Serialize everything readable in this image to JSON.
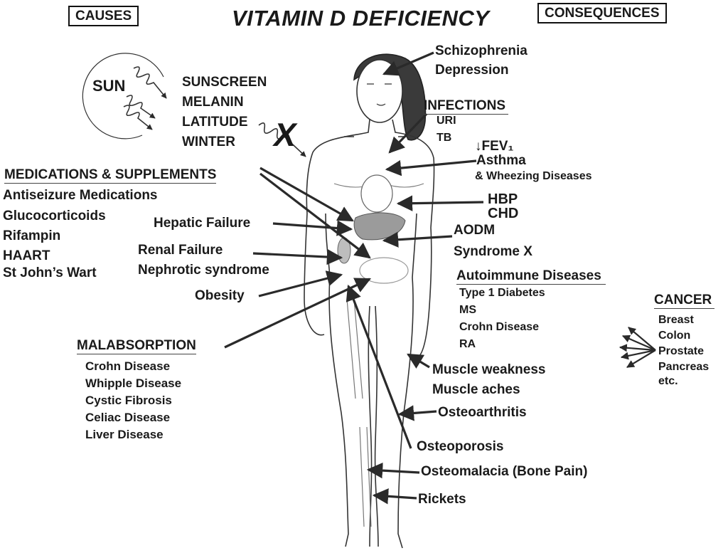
{
  "headings": {
    "title": "VITAMIN D DEFICIENCY",
    "causes": "CAUSES",
    "consequences": "CONSEQUENCES"
  },
  "sun": {
    "label": "SUN",
    "factors": [
      "SUNSCREEN",
      "MELANIN",
      "LATITUDE",
      "WINTER"
    ],
    "block_mark": "X"
  },
  "medications": {
    "heading": "MEDICATIONS & SUPPLEMENTS",
    "items": [
      "Antiseizure Medications",
      "Glucocorticoids",
      "Rifampin",
      "HAART",
      "St John’s Wart"
    ]
  },
  "organ_causes": {
    "hepatic": "Hepatic Failure",
    "renal": "Renal  Failure",
    "nephrotic": "Nephrotic syndrome",
    "obesity": "Obesity"
  },
  "malabsorption": {
    "heading": "MALABSORPTION",
    "items": [
      "Crohn Disease",
      "Whipple Disease",
      "Cystic Fibrosis",
      "Celiac Disease",
      "Liver Disease"
    ]
  },
  "consequences": {
    "schizophrenia": "Schizophrenia",
    "depression": "Depression",
    "infections_heading": "INFECTIONS",
    "uri": "URI",
    "tb": "TB",
    "fev": "↓FEV₁",
    "asthma": "Asthma",
    "wheezing": "& Wheezing Diseases",
    "hbp": "HBP",
    "chd": "CHD",
    "aodm": "AODM",
    "syndrome_x": "Syndrome X",
    "autoimmune_heading": "Autoimmune Diseases",
    "autoimmune_items": [
      "Type 1 Diabetes",
      "MS",
      "Crohn Disease",
      "RA"
    ],
    "muscle_weakness": "Muscle weakness",
    "muscle_aches": "Muscle aches",
    "osteoarthritis": "Osteoarthritis",
    "osteoporosis": "Osteoporosis",
    "osteomalacia": "Osteomalacia (Bone Pain)",
    "rickets": "Rickets"
  },
  "cancer": {
    "heading": "CANCER",
    "items": [
      "Breast",
      "Colon",
      "Prostate",
      "Pancreas",
      "etc."
    ]
  }
}
